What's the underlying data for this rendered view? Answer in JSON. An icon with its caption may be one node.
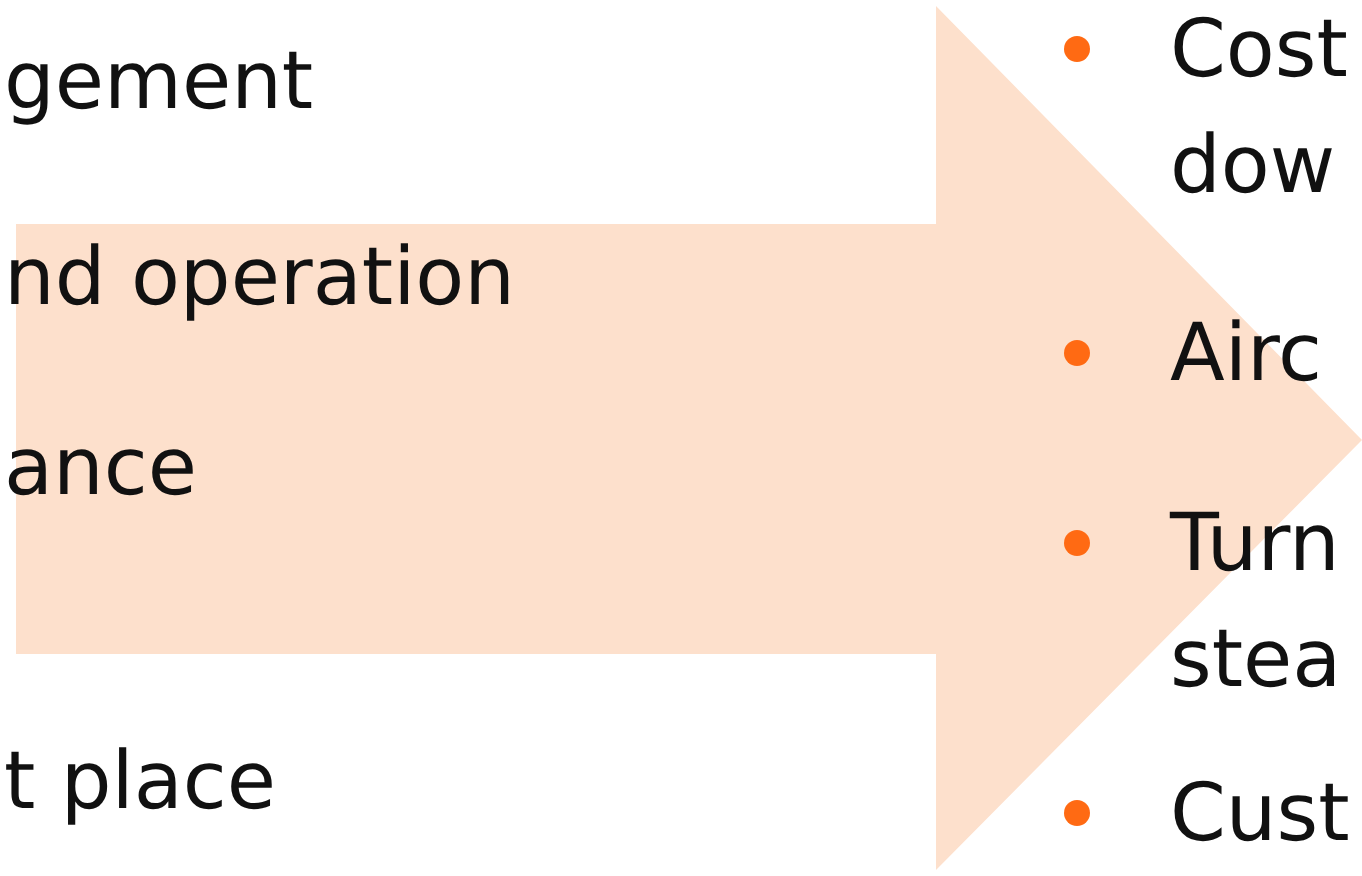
{
  "diagram": {
    "labels": [
      "gement",
      "nd operation",
      "ance",
      "t place",
      "Cost dow",
      "Airc",
      "Turn stea",
      "Cust"
    ]
  }
}
